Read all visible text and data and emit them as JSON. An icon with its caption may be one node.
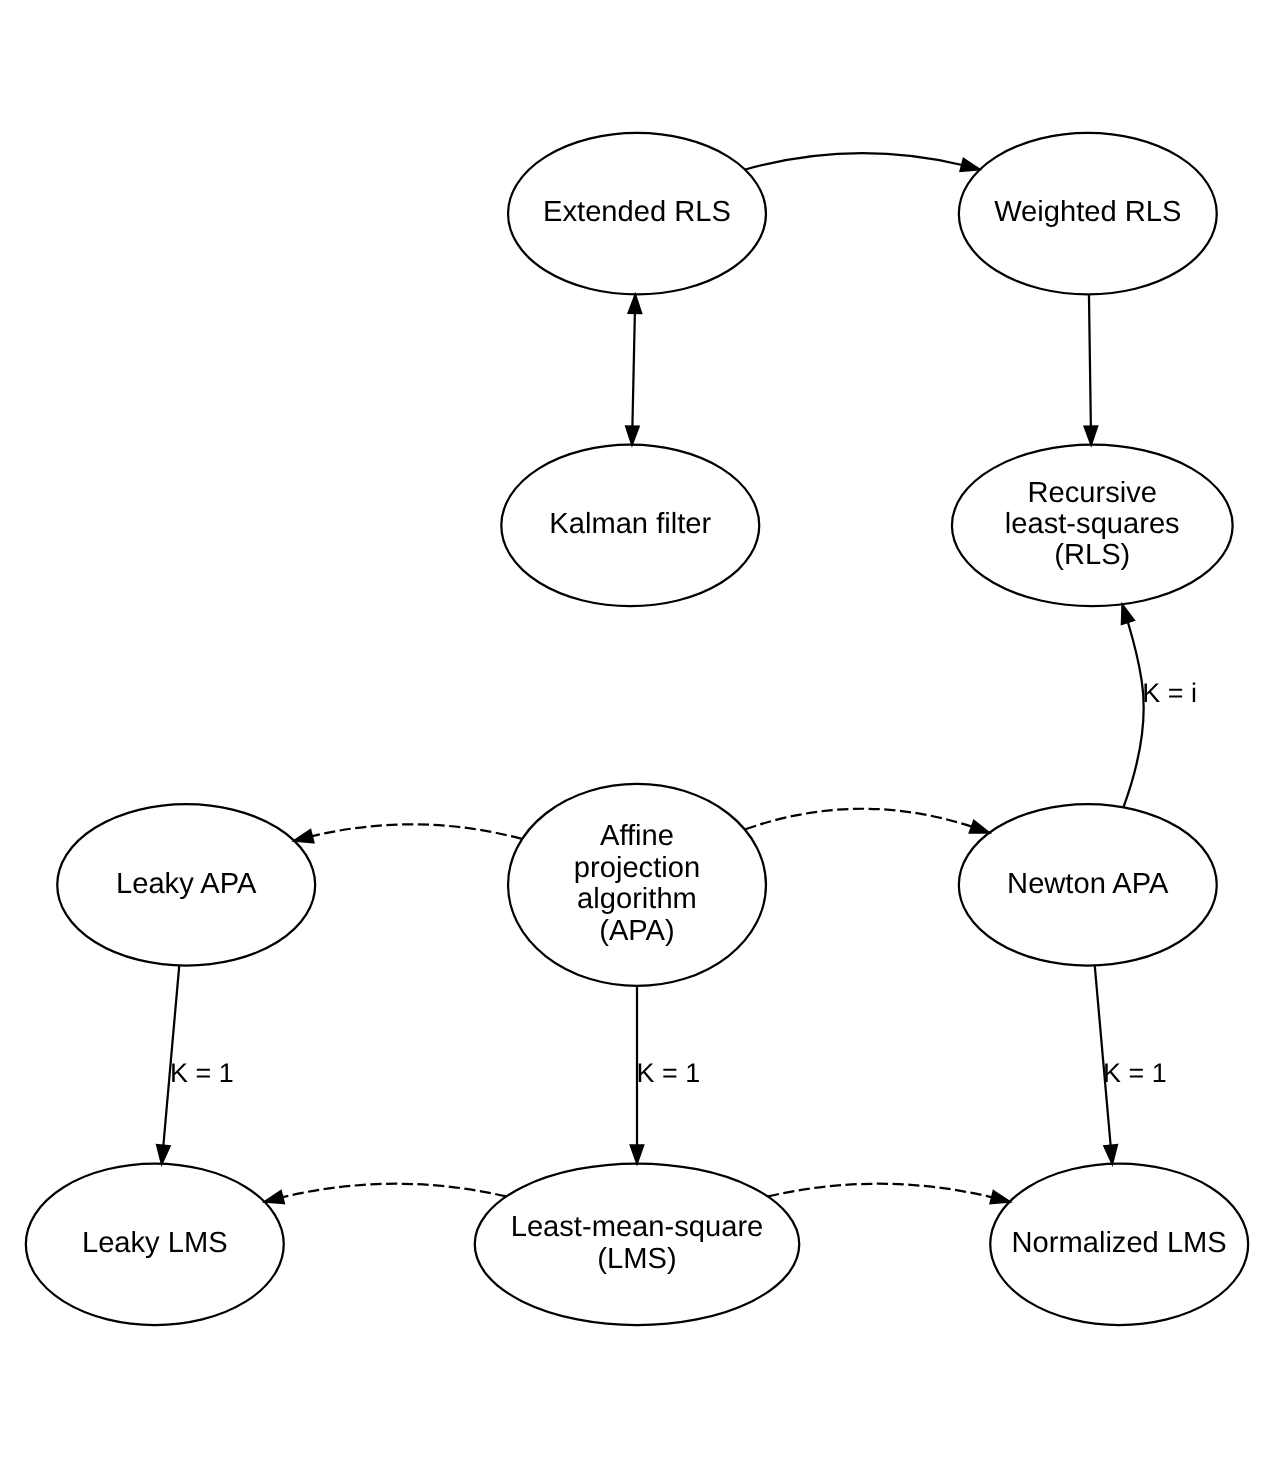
{
  "diagram": {
    "nodes": [
      {
        "text": [
          "Extended RLS"
        ]
      },
      {
        "text": [
          "Weighted RLS"
        ]
      },
      {
        "text": [
          "Kalman filter"
        ]
      },
      {
        "text": [
          "Recursive least-squares (RLS)"
        ]
      },
      {
        "text": [
          "Leaky APA"
        ]
      },
      {
        "text": [
          "Affine projection algorithm (APA)"
        ]
      },
      {
        "text": [
          "Newton APA"
        ]
      },
      {
        "text": [
          "Leaky LMS"
        ]
      },
      {
        "text": [
          "Least-mean-square (LMS)"
        ]
      },
      {
        "text": [
          "Normalized LMS"
        ]
      }
    ],
    "edges": [
      {
        "from": 0,
        "to": 1,
        "arrow": "to"
      },
      {
        "from": 0,
        "to": 2,
        "arrow": "both"
      },
      {
        "from": 1,
        "to": 3,
        "arrow": "to"
      },
      {
        "from": 6,
        "to": 3,
        "arrow": "to",
        "label": "K = i"
      },
      {
        "from": 5,
        "to": 4,
        "arrow": "to",
        "style": "dashed"
      },
      {
        "from": 5,
        "to": 6,
        "arrow": "to",
        "style": "dashed"
      },
      {
        "from": 4,
        "to": 7,
        "arrow": "to",
        "label": "K = 1"
      },
      {
        "from": 5,
        "to": 8,
        "arrow": "to",
        "label": "K = 1"
      },
      {
        "from": 6,
        "to": 9,
        "arrow": "to",
        "label": "K = 1"
      },
      {
        "from": 8,
        "to": 7,
        "arrow": "to",
        "style": "dashed"
      },
      {
        "from": 8,
        "to": 9,
        "arrow": "to",
        "style": "dashed"
      }
    ]
  }
}
